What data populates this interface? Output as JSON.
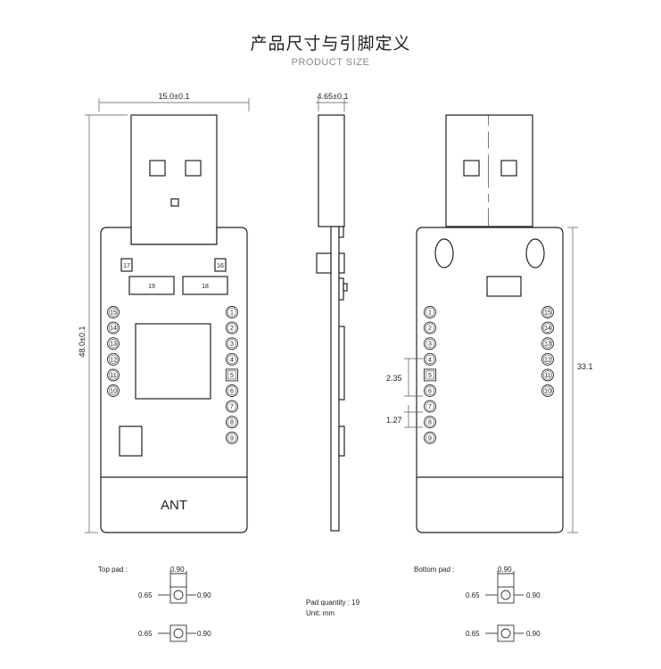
{
  "header": {
    "title": "产品尺寸与引脚定义",
    "subtitle": "PRODUCT SIZE"
  },
  "dimensions": {
    "width": "15.0±0.1",
    "thickness": "4.65±0.1",
    "length": "48.0±0.1",
    "pad_length": "33.1",
    "pin_pitch": "2.35",
    "row_pitch": "1.27"
  },
  "top_view": {
    "top_pads": [
      "17",
      "16"
    ],
    "pads": [
      "19",
      "18"
    ],
    "left_pins": [
      "15",
      "14",
      "13",
      "12",
      "11",
      "10"
    ],
    "right_pins": [
      "1",
      "2",
      "3",
      "4"
    ],
    "right_pins_lower": [
      "5",
      "6",
      "7",
      "8",
      "9"
    ],
    "antenna_label": "ANT"
  },
  "bottom_view": {
    "left_pins": [
      "1",
      "2",
      "3",
      "4"
    ],
    "left_pins_lower": [
      "5",
      "6",
      "7",
      "8",
      "9"
    ],
    "right_pins": [
      "15",
      "14",
      "13",
      "12",
      "11",
      "10"
    ]
  },
  "footer": {
    "top_pad_label": "Top pad :",
    "bottom_pad_label": "Bottom pad :",
    "pad_size_a": "0.90",
    "pad_size_b": "0.65",
    "pad_quantity": "Pad quantity : 19",
    "unit": "Unit:  mm"
  }
}
